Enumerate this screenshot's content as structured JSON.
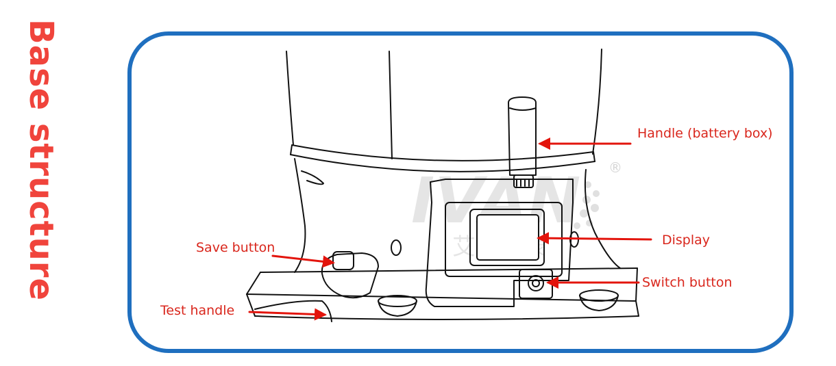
{
  "title": "Base structure",
  "labels": {
    "handle": "Handle (battery box)",
    "display": "Display",
    "switch_button": "Switch button",
    "save_button": "Save button",
    "test_handle": "Test handle"
  },
  "watermark": {
    "logo": "IVAN",
    "cn_text": "艾凡仪表",
    "mark": "®"
  },
  "colors": {
    "title": "#f0443c",
    "frame": "#1f6fbf",
    "label": "#d9261c",
    "arrow": "#e3140c",
    "line": "#111111",
    "watermark": "#c9c9c9"
  }
}
